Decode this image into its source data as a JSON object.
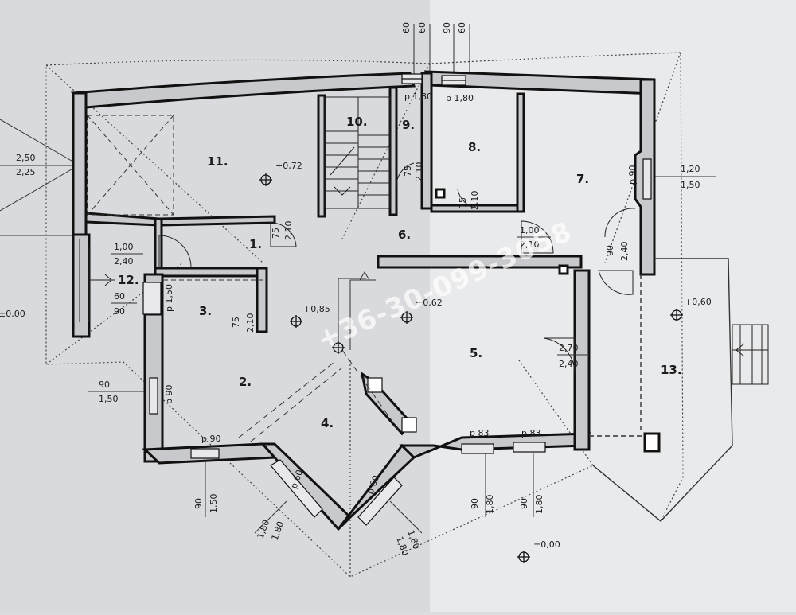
{
  "rooms": {
    "r1": "1.",
    "r2": "2.",
    "r3": "3.",
    "r4": "4.",
    "r5": "5.",
    "r6": "6.",
    "r7": "7.",
    "r8": "8.",
    "r9": "9.",
    "r10": "10.",
    "r11": "11.",
    "r12": "12.",
    "r13": "13."
  },
  "levels": {
    "l11": "+0,72",
    "l2": "+0,85",
    "l5": "+0,62",
    "l13": "+0,60",
    "lext": "±0,00",
    "lleft": "±0,00"
  },
  "dims": {
    "top_60a": "60",
    "top_60b": "60",
    "top_90": "90",
    "top_60c": "60",
    "w9_p": "p 1,80",
    "w8_p": "p 1,80",
    "d9_75": "75",
    "d9_210": "2,10",
    "d8_75": "75",
    "d8_210": "2,10",
    "d1_75": "75",
    "d1_210": "2,10",
    "d6_100": "1,00",
    "d6_210": "2,10",
    "d12_100": "1,00",
    "d12_240": "2,40",
    "w12_p": "p 1,50",
    "w12_60": "60",
    "w12_90": "90",
    "d3_75": "75",
    "d3_210": "2,10",
    "w2_p": "p 90",
    "w2_90": "90",
    "w2_150": "1,50",
    "wb_p": "p 90",
    "wb_90": "90",
    "wb_150": "1,50",
    "wd1_p": "p 60",
    "wd1_a": "1,80",
    "wd1_b": "1,80",
    "wd2_p": "p 60",
    "wd2_a": "1,80",
    "wd2_b": "1,80",
    "w5a_p": "p 83",
    "w5a_90": "90",
    "w5a_180": "1,80",
    "w5b_p": "p 83",
    "w5b_90": "90",
    "w5b_180": "1,80",
    "d5_270": "2,70",
    "d5_240": "2,40",
    "w7_p": "p 90",
    "w7_120": "1,20",
    "w7_150": "1,50",
    "d7_90": "90",
    "d7_240": "2,40",
    "left_250": "2,50",
    "left_225": "2,25"
  },
  "watermark": "+36-30-099-3058"
}
